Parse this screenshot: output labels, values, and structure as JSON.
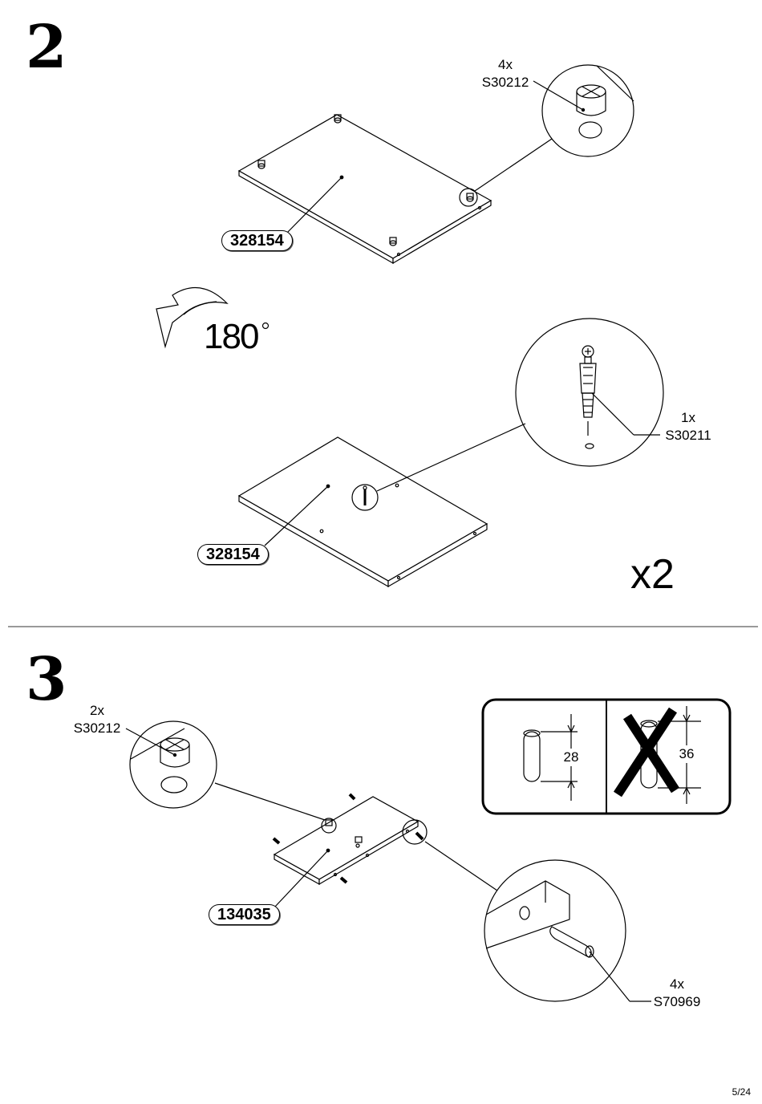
{
  "step2": {
    "number": "2",
    "hardware_top": {
      "qty": "4x",
      "code": "S30212"
    },
    "panel_top_label": "328154",
    "rotation": {
      "value": "180",
      "unit": "°"
    },
    "hardware_bottom": {
      "qty": "1x",
      "code": "S30211"
    },
    "panel_bottom_label": "328154",
    "multiplier": "x2"
  },
  "step3": {
    "number": "3",
    "hardware_cam": {
      "qty": "2x",
      "code": "S30212"
    },
    "panel_label": "134035",
    "hardware_dowel": {
      "qty": "4x",
      "code": "S70969"
    },
    "dowel_check": {
      "correct_length": "28",
      "wrong_length": "36"
    }
  },
  "page": {
    "number": "5/24"
  }
}
